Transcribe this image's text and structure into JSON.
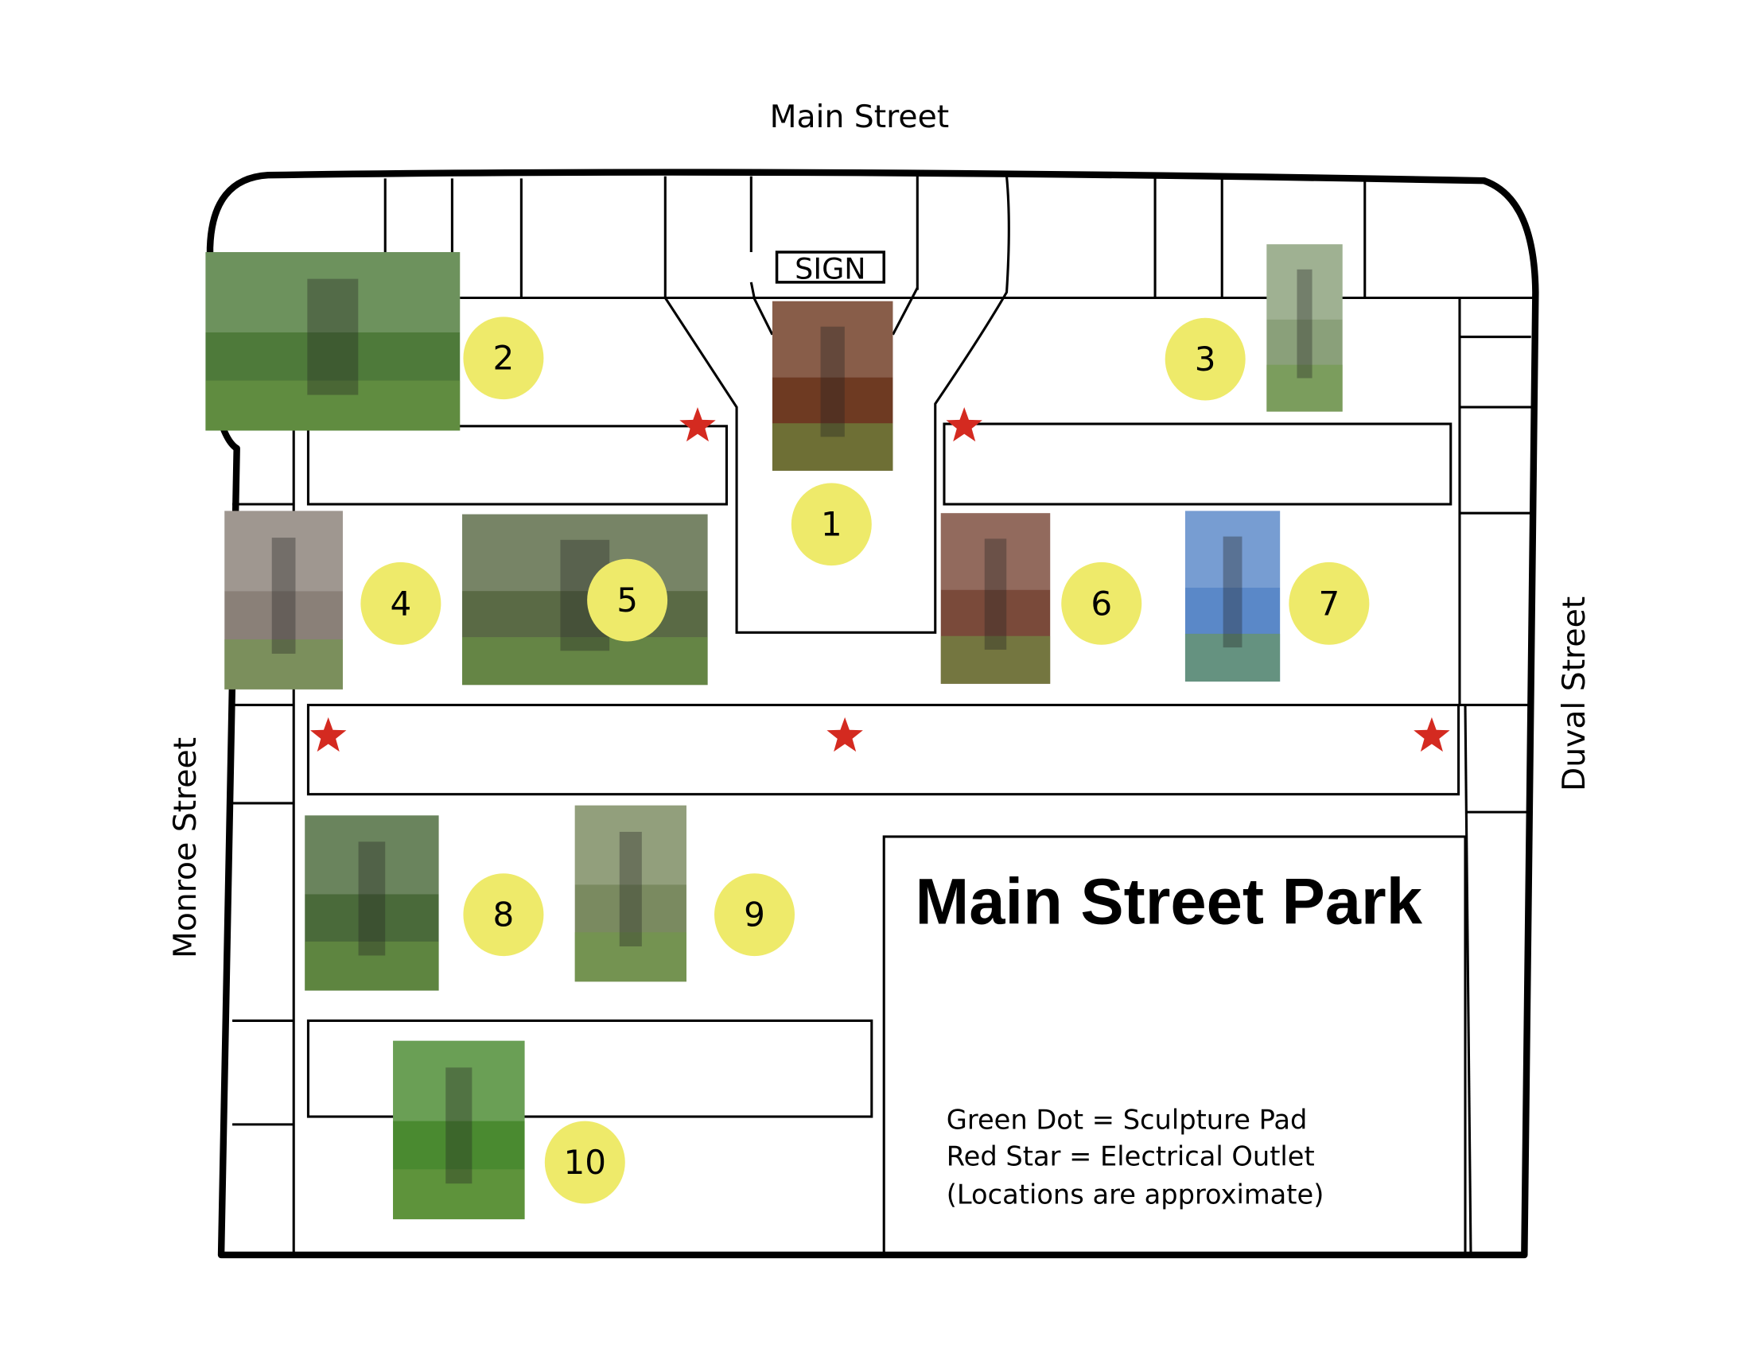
{
  "streets": {
    "north": "Main Street",
    "west": "Monroe Street",
    "east": "Duval Street"
  },
  "sign_label": "SIGN",
  "park_title": "Main Street Park",
  "legend": [
    "Green Dot = Sculpture Pad",
    "Red Star = Electrical Outlet",
    "(Locations are approximate)"
  ],
  "colors": {
    "marker": "#eeea6a",
    "star": "#d42a20",
    "line": "#000000"
  },
  "sculptures": [
    {
      "label": "1",
      "icon": "rusted-steel-arch-photo",
      "tone": "#6e3a22"
    },
    {
      "label": "2",
      "icon": "white-flower-sculpture-photo",
      "tone": "#4e7a3a"
    },
    {
      "label": "3",
      "icon": "wire-frame-sculpture-photo",
      "tone": "#8aa07a"
    },
    {
      "label": "4",
      "icon": "steel-figure-city-street-photo",
      "tone": "#8a8078"
    },
    {
      "label": "5",
      "icon": "rusted-insect-sculpture-photo",
      "tone": "#5a6a45"
    },
    {
      "label": "6",
      "icon": "twin-metal-columns-photo",
      "tone": "#7a4a3a"
    },
    {
      "label": "7",
      "icon": "colorful-abstract-sculpture-photo",
      "tone": "#5a88c8"
    },
    {
      "label": "8",
      "icon": "rusted-crescent-sculpture-photo",
      "tone": "#4a6a3a"
    },
    {
      "label": "9",
      "icon": "wavy-steel-column-photo",
      "tone": "#7a8a60"
    },
    {
      "label": "10",
      "icon": "yellow-purple-totem-photo",
      "tone": "#4a8a30"
    }
  ]
}
